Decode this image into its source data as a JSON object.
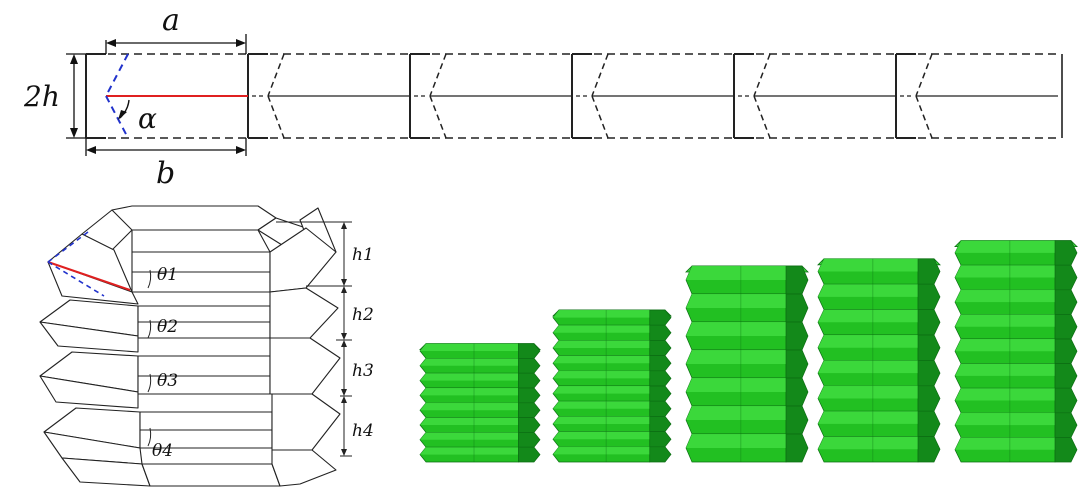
{
  "labels": {
    "a": "a",
    "b": "b",
    "two_h": "2h",
    "alpha": "α",
    "theta": [
      "θ1",
      "θ2",
      "θ3",
      "θ4"
    ],
    "h": [
      "h1",
      "h2",
      "h3",
      "h4"
    ]
  },
  "crease_pattern": {
    "panel_count": 6
  },
  "green_models": {
    "layer_counts": [
      8,
      10,
      7,
      8,
      9
    ],
    "colors": {
      "light": "#3fdc3f",
      "mid": "#22c022",
      "dark": "#13891a",
      "edge": "#0b6e12"
    }
  },
  "colors": {
    "red_crease": "#e02020",
    "blue_crease": "#2233cc",
    "line": "#222222"
  }
}
